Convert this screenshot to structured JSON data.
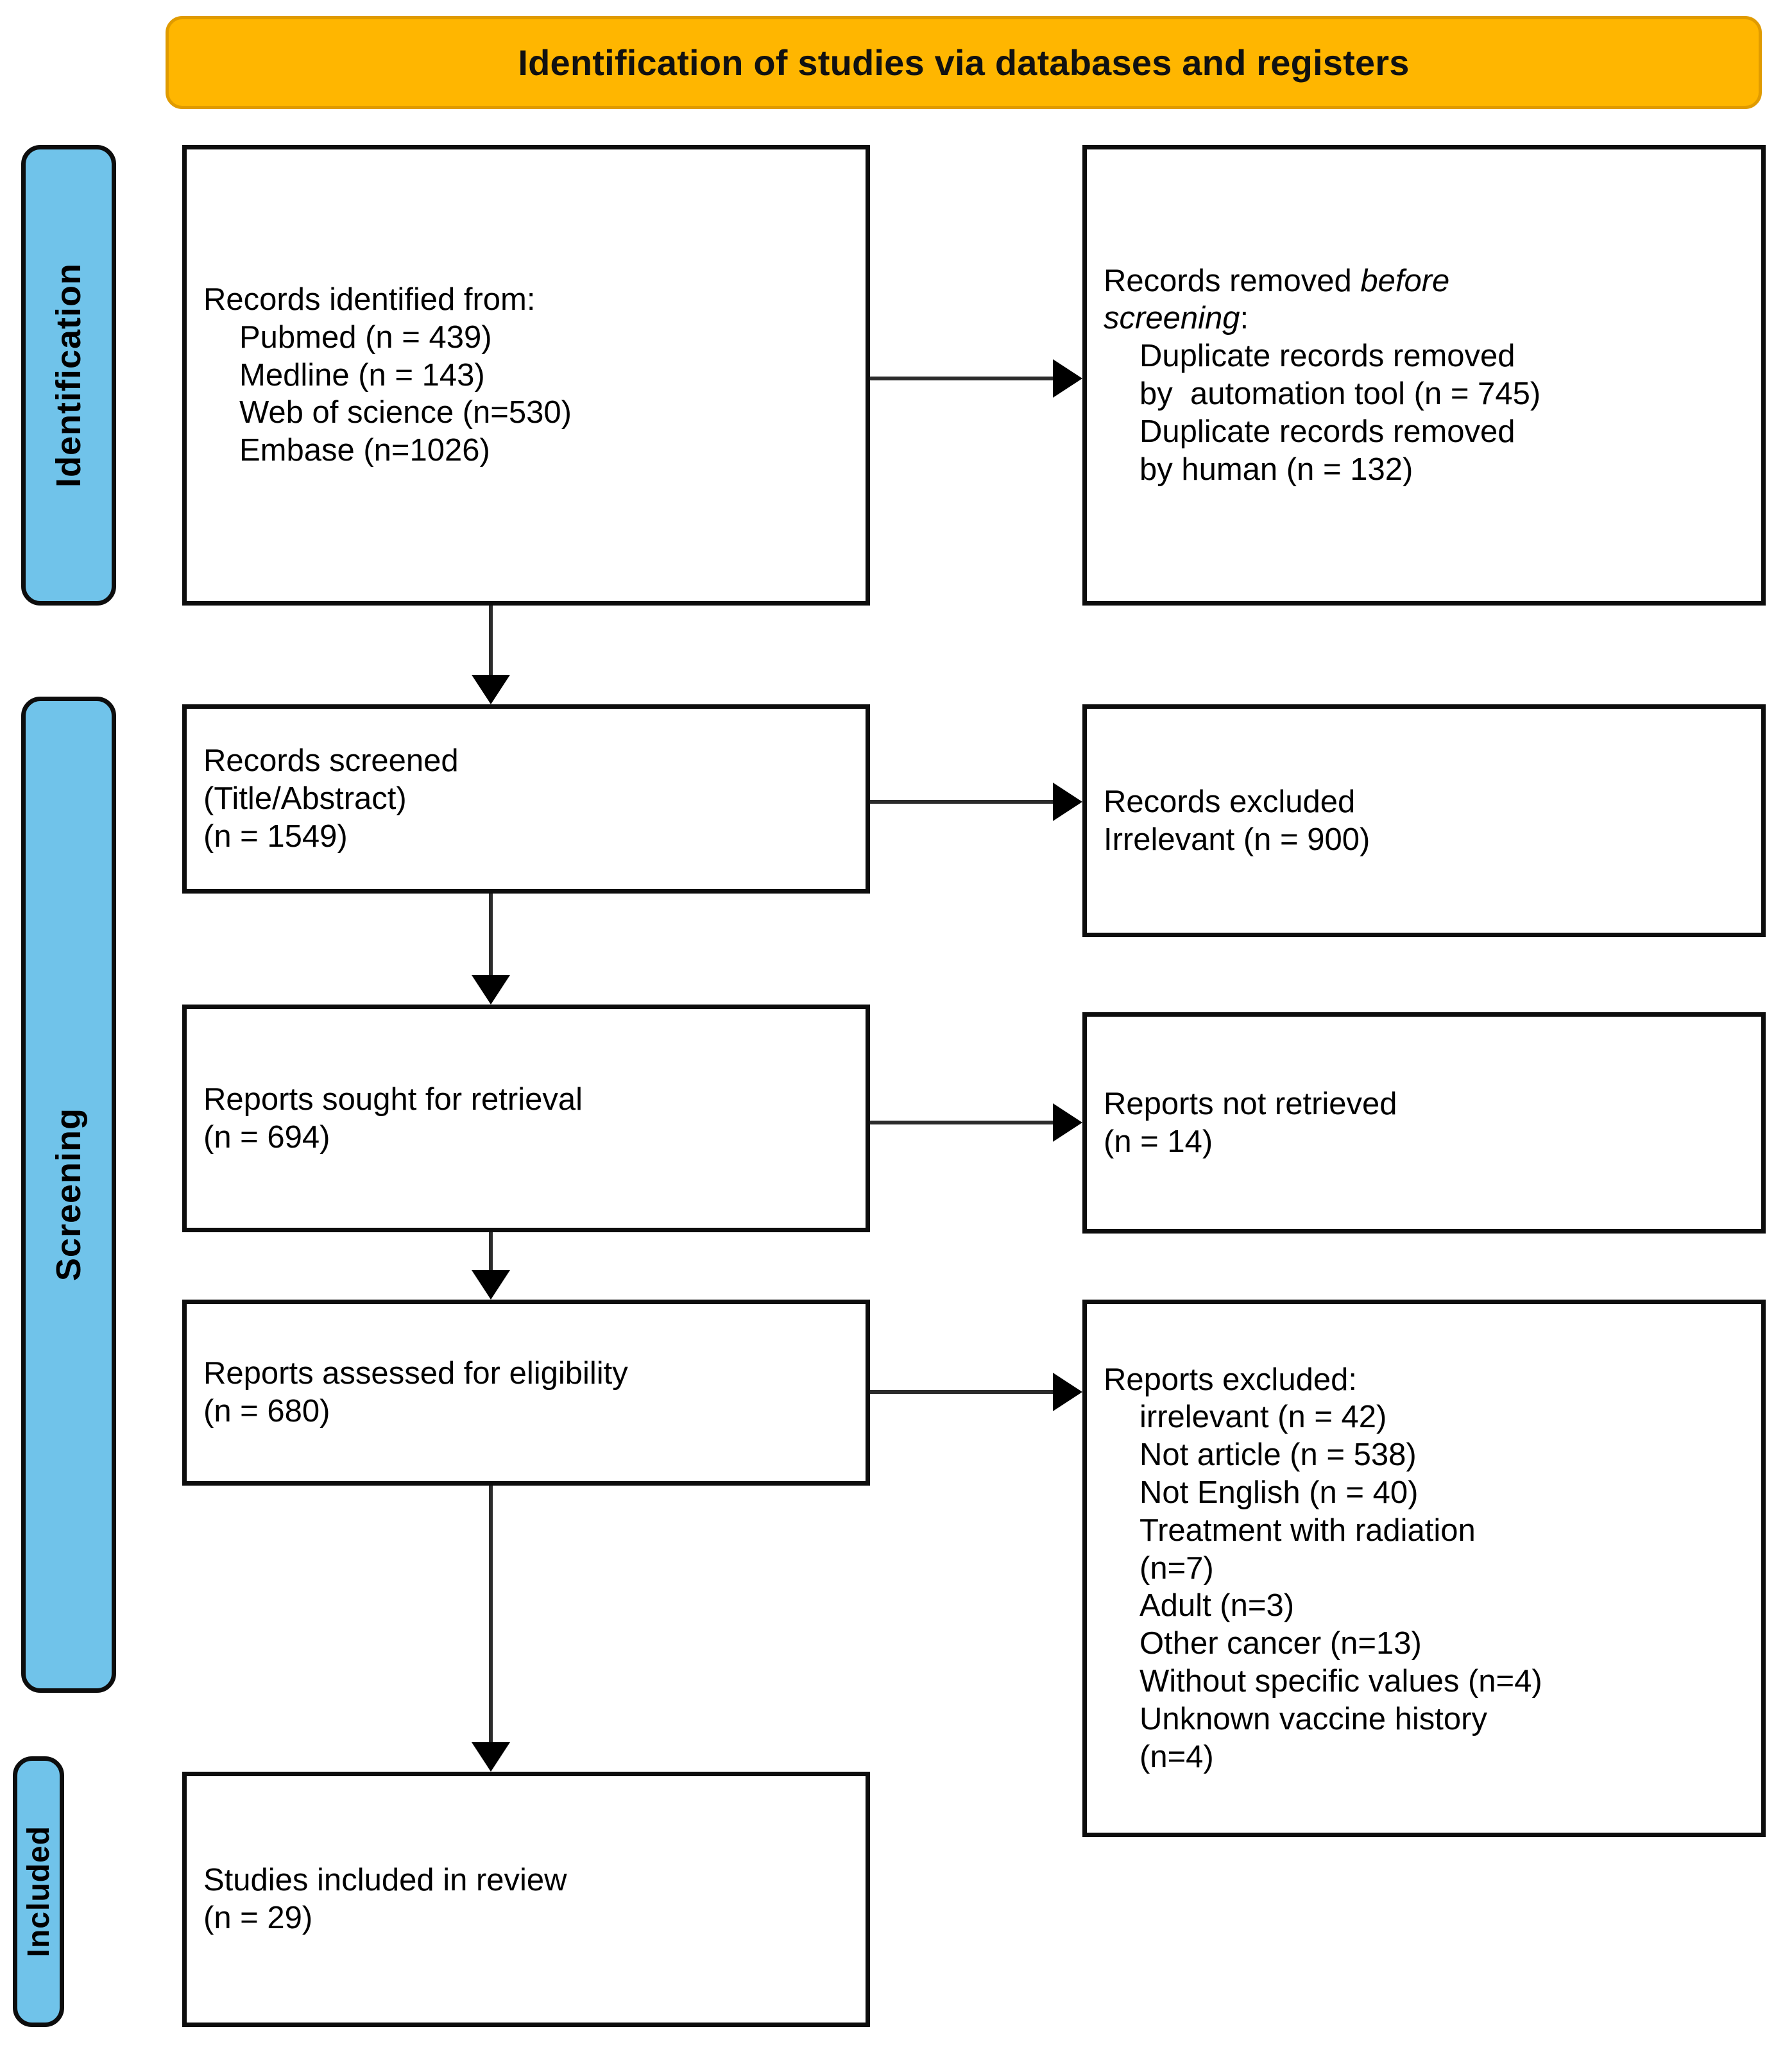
{
  "banner": {
    "title": "Identification of studies via databases and registers",
    "color": "#FFB600"
  },
  "stage_bars": {
    "color": "#70C3EA",
    "identification": "Identification",
    "screening": "Screening",
    "included": "Included"
  },
  "boxes": {
    "identified": {
      "heading": "Records identified from:",
      "items": [
        "Pubmed (n = 439)",
        "Medline (n = 143)",
        "Web of science (n=530)",
        "Embase (n=1026)"
      ]
    },
    "removed_before_screening": {
      "heading_plain": "Records removed ",
      "heading_italic_1": "before",
      "heading_italic_2": "screening",
      "heading_colon": ":",
      "items": [
        "Duplicate records removed",
        "by  automation tool (n = 745)",
        "Duplicate records removed",
        "by human (n = 132)"
      ]
    },
    "records_screened": {
      "lines": [
        "Records screened",
        "(Title/Abstract)",
        "(n = 1549)"
      ]
    },
    "records_excluded": {
      "lines": [
        "Records excluded",
        "Irrelevant (n = 900)"
      ]
    },
    "reports_sought": {
      "lines": [
        "Reports sought for retrieval",
        "(n = 694)"
      ]
    },
    "reports_not_retrieved": {
      "lines": [
        "Reports not retrieved",
        "(n = 14)"
      ]
    },
    "reports_assessed": {
      "lines": [
        "Reports assessed for eligibility",
        "(n = 680)"
      ]
    },
    "reports_excluded": {
      "heading": "Reports excluded:",
      "items": [
        "irrelevant (n = 42)",
        "Not article (n = 538)",
        "Not English (n = 40)",
        "Treatment with radiation",
        "(n=7)",
        "Adult (n=3)",
        "Other cancer (n=13)",
        "Without specific values (n=4)",
        "Unknown vaccine history",
        "(n=4)"
      ]
    },
    "studies_included": {
      "lines": [
        "Studies included in review",
        "(n = 29)"
      ]
    }
  }
}
